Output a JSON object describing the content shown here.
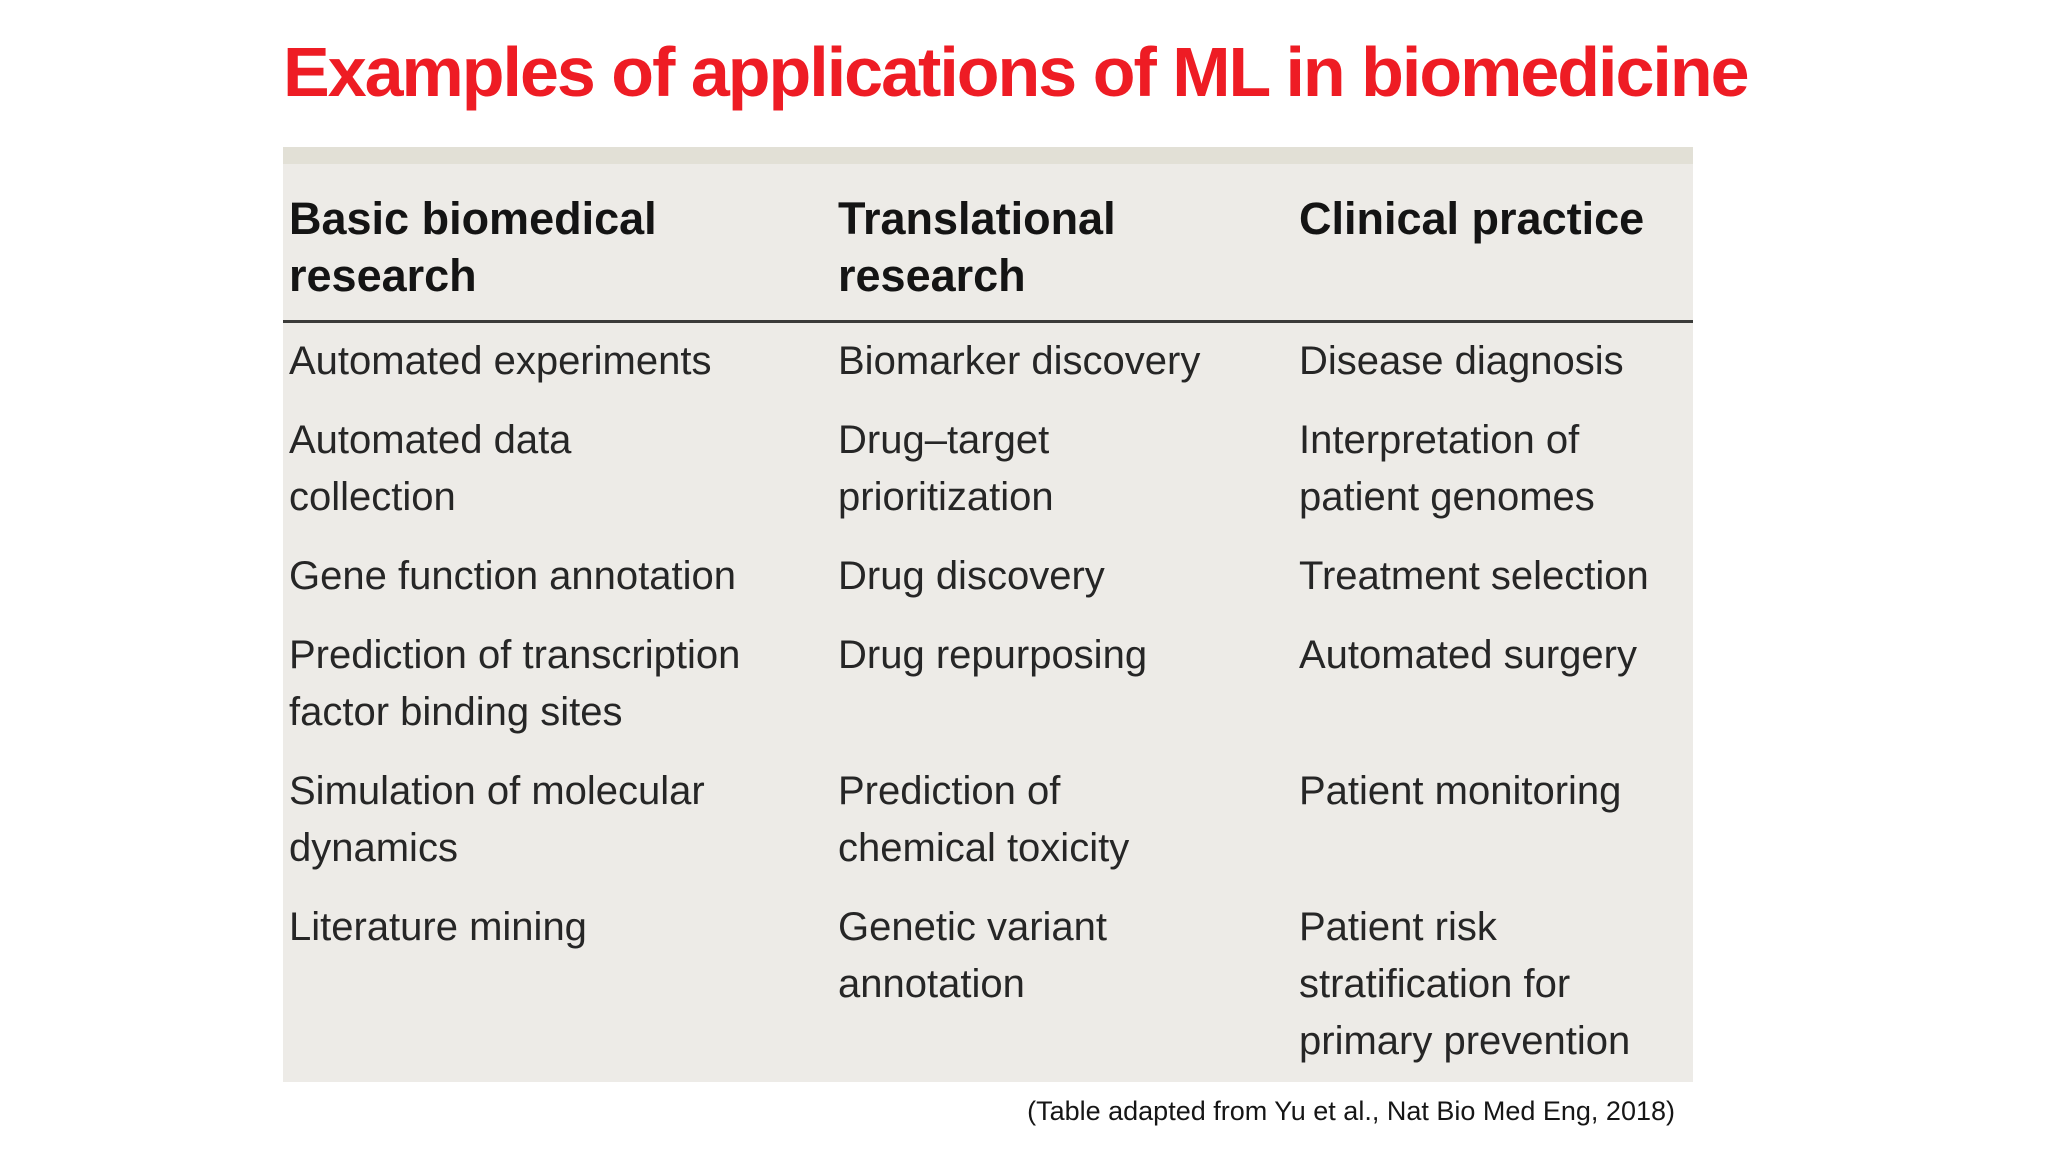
{
  "title": "Examples of applications of ML in biomedicine",
  "table": {
    "columns": [
      {
        "label": "Basic biomedical\nresearch"
      },
      {
        "label": "Translational\nresearch"
      },
      {
        "label": "Clinical practice"
      }
    ],
    "rows": [
      {
        "cells": [
          "Automated experiments",
          "Biomarker discovery",
          "Disease diagnosis"
        ]
      },
      {
        "cells": [
          "Automated data\ncollection",
          "Drug–target\nprioritization",
          "Interpretation of\npatient genomes"
        ]
      },
      {
        "cells": [
          "Gene function annotation",
          "Drug discovery",
          "Treatment selection"
        ]
      },
      {
        "cells": [
          "Prediction of transcription\nfactor binding sites",
          "Drug repurposing",
          "Automated surgery"
        ]
      },
      {
        "cells": [
          "Simulation of molecular\ndynamics",
          "Prediction of\nchemical toxicity",
          "Patient monitoring"
        ]
      },
      {
        "cells": [
          "Literature mining",
          "Genetic variant\nannotation",
          "Patient risk\nstratification for\nprimary prevention"
        ]
      }
    ]
  },
  "caption": "(Table adapted from Yu et al., Nat Bio Med Eng, 2018)",
  "colors": {
    "title_red": "#ee1c24",
    "table_background": "#edebe7",
    "table_top_band": "#e2e0d6",
    "header_rule": "#3b3b39",
    "body_text": "#262626"
  }
}
